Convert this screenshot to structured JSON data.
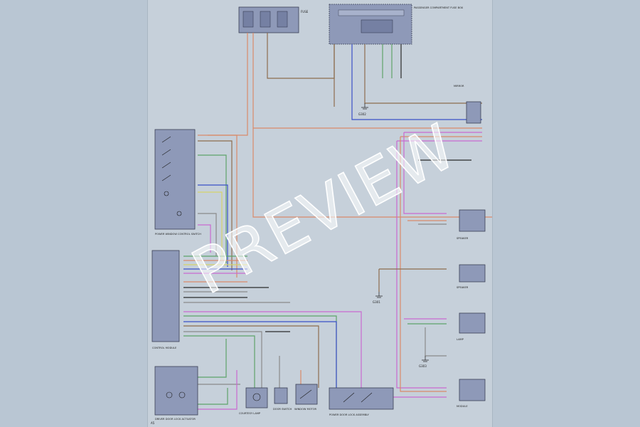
{
  "page": {
    "background": "#b9c6d3",
    "sheet_color": "#c6d0da"
  },
  "watermark": {
    "text": "PREVIEW"
  },
  "wire_colors": {
    "red": "#d98a6a",
    "violet": "#c96ad0",
    "blue": "#3b4fc8",
    "yellow": "#d6d26a",
    "green": "#5ea36a",
    "gray": "#8a8a8a",
    "brown": "#8d6d4e",
    "black": "#2a2a2a",
    "orange": "#d9a060"
  },
  "components": {
    "power_distribution_box": {
      "label": "PASSENGER COMPARTMENT FUSE BOX"
    },
    "window_regulator_switch": {
      "label": "POWER WINDOW CONTROL SWITCH"
    },
    "control_module": {
      "label": "CONTROL MODULE"
    },
    "driver_door_lock_actuator": {
      "label": "DRIVER DOOR LOCK ACTUATOR"
    },
    "courtesy_lamp": {
      "label": "COURTESY LAMP"
    },
    "door_switch": {
      "label": "DOOR SWITCH"
    },
    "window_motor": {
      "label": "WINDOW MOTOR"
    },
    "door_lock_assembly": {
      "label": "POWER DOOR LOCK ASSEMBLY"
    },
    "mirror_connector": {
      "label": "MIRROR"
    },
    "speaker_a": {
      "label": "SPEAKER"
    },
    "speaker_b": {
      "label": "SPEAKER"
    },
    "lamp_unit": {
      "label": "LAMP"
    },
    "module_e": {
      "label": "MODULE"
    }
  },
  "ground_labels": {
    "g1": "G301",
    "g2": "G302",
    "g3": "G303"
  },
  "footer": {
    "sheet_id": "A5"
  }
}
